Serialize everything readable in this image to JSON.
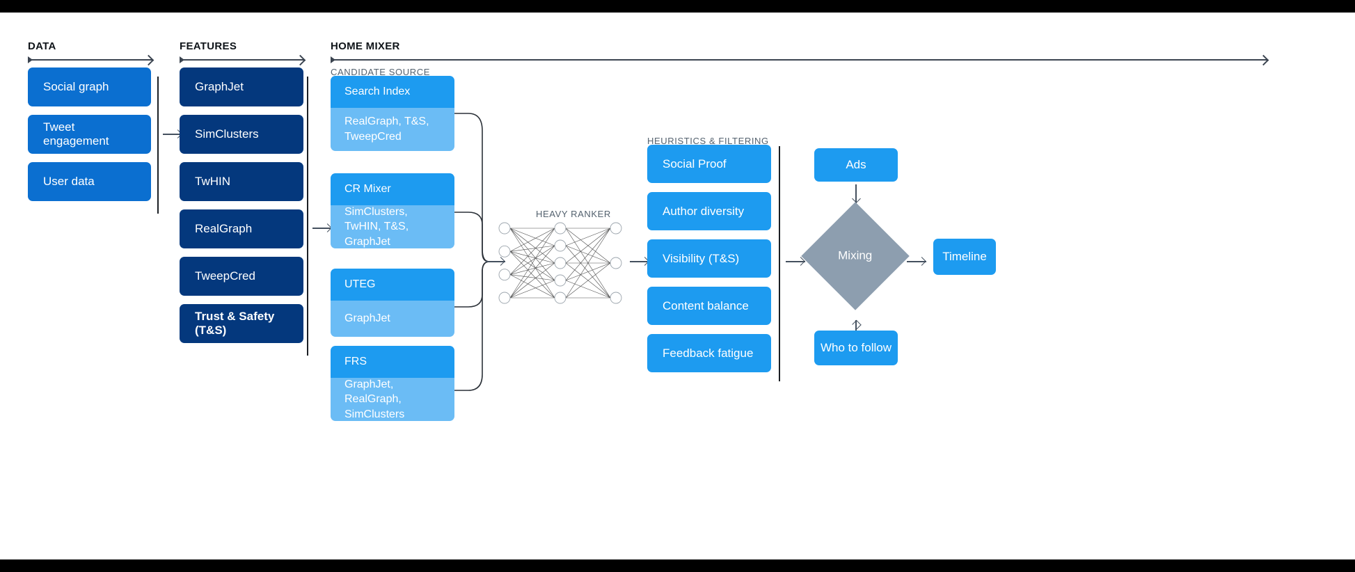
{
  "sections": [
    {
      "id": "data",
      "label": "DATA"
    },
    {
      "id": "features",
      "label": "FEATURES"
    },
    {
      "id": "mixer",
      "label": "HOME MIXER"
    }
  ],
  "sublabels": {
    "candidate_source": "CANDIDATE SOURCE",
    "heavy_ranker": "HEAVY RANKER",
    "heuristics": "HEURISTICS & FILTERING"
  },
  "data_column": {
    "items": [
      {
        "label": "Social graph"
      },
      {
        "label": "Tweet engagement"
      },
      {
        "label": "User data"
      }
    ]
  },
  "features_column": {
    "items": [
      {
        "label": "GraphJet",
        "bold": false
      },
      {
        "label": "SimClusters",
        "bold": false
      },
      {
        "label": "TwHIN",
        "bold": false
      },
      {
        "label": "RealGraph",
        "bold": false
      },
      {
        "label": "TweepCred",
        "bold": false
      },
      {
        "label": "Trust & Safety (T&S)",
        "bold": true
      }
    ]
  },
  "candidate_sources": [
    {
      "title": "Search Index",
      "features": "RealGraph, T&S, TweepCred"
    },
    {
      "title": "CR Mixer",
      "features": "SimClusters, TwHIN, T&S, GraphJet"
    },
    {
      "title": "UTEG",
      "features": "GraphJet"
    },
    {
      "title": "FRS",
      "features": "GraphJet, RealGraph, SimClusters"
    }
  ],
  "heavy_ranker": {
    "label": "HEAVY RANKER",
    "layers": [
      4,
      5,
      3
    ]
  },
  "heuristics_column": {
    "items": [
      {
        "label": "Social Proof"
      },
      {
        "label": "Author diversity"
      },
      {
        "label": "Visibility (T&S)"
      },
      {
        "label": "Content balance"
      },
      {
        "label": "Feedback fatigue"
      }
    ]
  },
  "mixing_stage": {
    "ads": "Ads",
    "mixing": "Mixing",
    "who_to_follow": "Who to follow",
    "timeline": "Timeline"
  },
  "colors": {
    "data_blue": "#0b6fd0",
    "feature_navy": "#04387d",
    "twitter_blue": "#1d9bf0",
    "light_blue": "#6bbcf5",
    "diamond_gray": "#8d9eaf",
    "arrow_gray": "#44505e",
    "heading": "#0f1419",
    "subheading": "#53616e"
  }
}
